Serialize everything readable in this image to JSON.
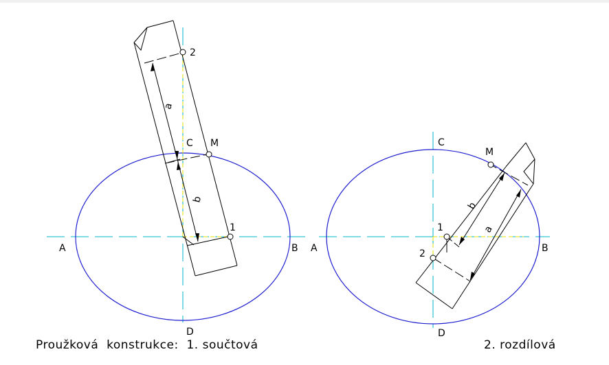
{
  "colors": {
    "axis": "#00b4c8",
    "ellipse": "#1c1cd0",
    "construction": "#e8e000",
    "ink": "#000000"
  },
  "left": {
    "label_A": "A",
    "label_B": "B",
    "label_C": "C",
    "label_D": "D",
    "label_M": "M",
    "label_1": "1",
    "label_2": "2",
    "dim_a": "a",
    "dim_b": "b"
  },
  "right": {
    "label_A": "A",
    "label_B": "B",
    "label_C": "C",
    "label_D": "D",
    "label_M": "M",
    "label_1": "1",
    "label_2": "2",
    "dim_a": "a",
    "dim_b": "b"
  },
  "caption": {
    "left": "Proužková  konstrukce:  1. součtová",
    "right": "2. rozdílová"
  }
}
